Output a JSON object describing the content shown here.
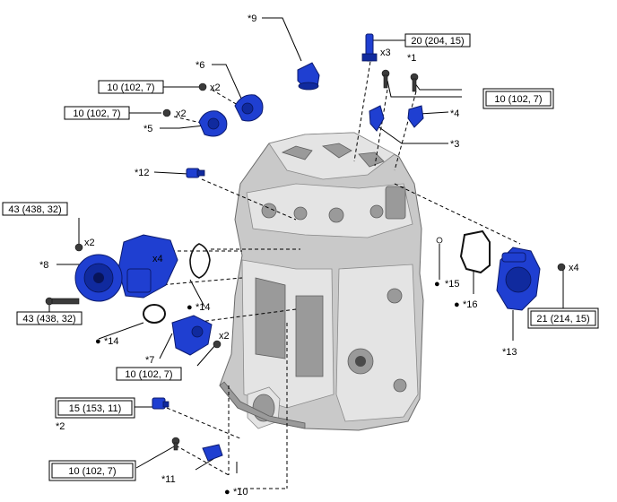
{
  "callouts": {
    "c1": "*1",
    "c2": "*2",
    "c3": "*3",
    "c4": "*4",
    "c5": "*5",
    "c6": "*6",
    "c7": "*7",
    "c8": "*8",
    "c9": "*9",
    "c10": "*10",
    "c11": "*11",
    "c12": "*12",
    "c13": "*13",
    "c14a": "*14",
    "c14b": "*14",
    "c15": "*15",
    "c16": "*16"
  },
  "torques": {
    "t_20": "20 (204, 15)",
    "t_10_right": "10 (102, 7)",
    "t_10_a": "10 (102, 7)",
    "t_10_b": "10 (102, 7)",
    "t_43_top": "43 (438, 32)",
    "t_43_bottom": "43 (438, 32)",
    "t_10_mid": "10 (102, 7)",
    "t_15": "15 (153, 11)",
    "t_21": "21 (214, 15)",
    "t_10_bottom": "10 (102, 7)"
  },
  "quantities": {
    "q_x3": "x3",
    "q_x2_a": "x2",
    "q_x2_b": "x2",
    "q_x2_c": "x2",
    "q_x4_left": "x4",
    "q_x2_d": "x2",
    "q_x4_right": "x4"
  },
  "symbols": {
    "bullet": "●"
  },
  "colors": {
    "part_blue": "#1f3fd1",
    "engine_gray": "#c9c9c9"
  }
}
